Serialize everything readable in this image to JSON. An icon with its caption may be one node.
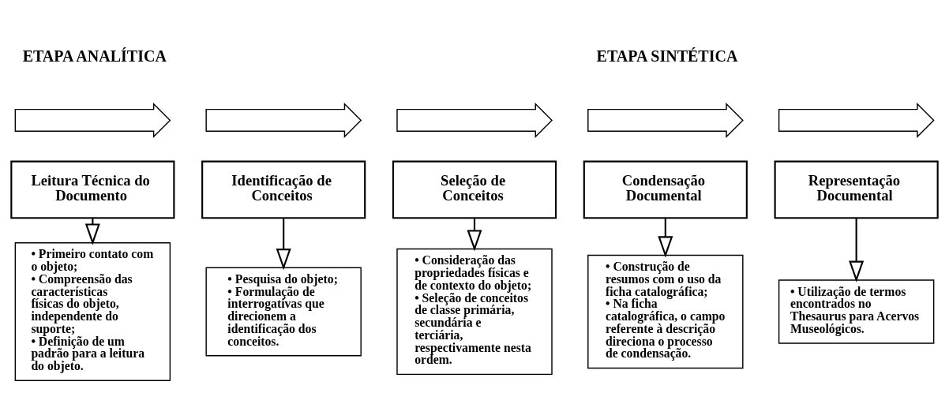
{
  "diagram": {
    "nodes": [
      {
        "text": [],
        "shape": "arrow"
      },
      {
        "text": [],
        "shape": "arrow"
      },
      {
        "text": [],
        "shape": "arrow"
      },
      {
        "text": [],
        "shape": "arrow"
      },
      {
        "text": [],
        "shape": "arrow"
      },
      {
        "text": [
          "Leitura Técnica do Documento"
        ]
      },
      {
        "text": [
          "Identificação de Conceitos"
        ]
      },
      {
        "text": [
          "Seleção de Conceitos"
        ]
      },
      {
        "text": [
          "Condensação Documental"
        ]
      },
      {
        "text": [
          "Representação Documental"
        ]
      },
      {
        "text": [
          "• Primeiro contato com o objeto;",
          "• Compreensão das características físicas do objeto, independente do suporte;",
          "• Definição de um padrão para a leitura do objeto."
        ]
      },
      {
        "text": [
          "• Pesquisa do objeto;",
          "• Formulação de interrogativas que direcionem a identificação dos conceitos."
        ]
      },
      {
        "text": [
          "• Consideração das propriedades físicas e de contexto do objeto;",
          "• Seleção de conceitos de classe primária, secundária e terciária, respectivamente nesta ordem."
        ]
      },
      {
        "text": [
          "• Construção de resumos com o uso da ficha catalográfica;",
          "• Na ficha catalográfica, o campo referente à descrição direciona o processo de condensação."
        ]
      },
      {
        "text": [
          "• Utilização de termos encontrados no Thesaurus para Acervos Museológicos."
        ]
      }
    ],
    "edges": [
      {
        "from": 5,
        "to": 10,
        "arrow": "to"
      },
      {
        "from": 6,
        "to": 11,
        "arrow": "to"
      },
      {
        "from": 7,
        "to": 12,
        "arrow": "to"
      },
      {
        "from": 8,
        "to": 13,
        "arrow": "to"
      },
      {
        "from": 9,
        "to": 14,
        "arrow": "to"
      }
    ],
    "labels": [
      "ETAPA ANALÍTICA",
      "ETAPA SINTÉTICA"
    ]
  }
}
